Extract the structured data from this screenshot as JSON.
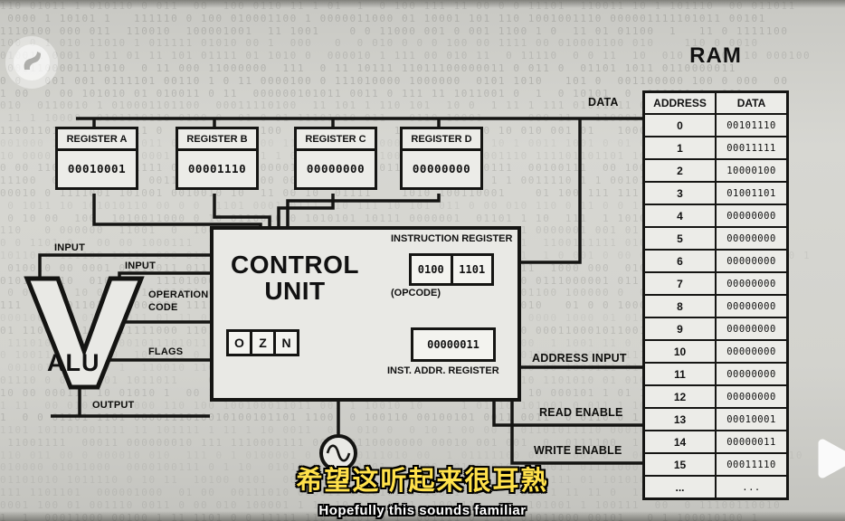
{
  "ram": {
    "title": "RAM",
    "headers": {
      "address": "ADDRESS",
      "data": "DATA"
    },
    "rows": [
      {
        "address": "0",
        "data": "00101110"
      },
      {
        "address": "1",
        "data": "00011111"
      },
      {
        "address": "2",
        "data": "10000100"
      },
      {
        "address": "3",
        "data": "01001101"
      },
      {
        "address": "4",
        "data": "00000000"
      },
      {
        "address": "5",
        "data": "00000000"
      },
      {
        "address": "6",
        "data": "00000000"
      },
      {
        "address": "7",
        "data": "00000000"
      },
      {
        "address": "8",
        "data": "00000000"
      },
      {
        "address": "9",
        "data": "00000000"
      },
      {
        "address": "10",
        "data": "00000000"
      },
      {
        "address": "11",
        "data": "00000000"
      },
      {
        "address": "12",
        "data": "00000000"
      },
      {
        "address": "13",
        "data": "00010001"
      },
      {
        "address": "14",
        "data": "00000011"
      },
      {
        "address": "15",
        "data": "00011110"
      },
      {
        "address": "...",
        "data": "..."
      }
    ]
  },
  "registers": [
    {
      "name": "REGISTER A",
      "value": "00010001"
    },
    {
      "name": "REGISTER B",
      "value": "00001110"
    },
    {
      "name": "REGISTER C",
      "value": "00000000"
    },
    {
      "name": "REGISTER D",
      "value": "00000000"
    }
  ],
  "control_unit": {
    "title": "CONTROL UNIT",
    "flags": [
      "O",
      "Z",
      "N"
    ],
    "instruction_register": {
      "label": "INSTRUCTION REGISTER",
      "value_left": "0100",
      "value_right": "1101",
      "sublabel": "(OPCODE)"
    },
    "inst_addr_register": {
      "value": "00000011",
      "label": "INST. ADDR. REGISTER"
    }
  },
  "alu": {
    "label": "ALU"
  },
  "wire_labels": {
    "data": "DATA",
    "input_top": "INPUT",
    "input_bottom": "INPUT",
    "operation_code": "OPERATION CODE",
    "flags": "FLAGS",
    "output": "OUTPUT",
    "address_input": "ADDRESS INPUT",
    "read_enable": "READ ENABLE",
    "write_enable": "WRITE ENABLE"
  },
  "subtitles": {
    "chinese": "希望这听起来很耳熟",
    "english": "Hopefully this sounds familiar"
  },
  "icons": {
    "clock": "sine-wave-icon",
    "next_video": "play-triangle-icon",
    "watermark": "pbs-logo"
  }
}
